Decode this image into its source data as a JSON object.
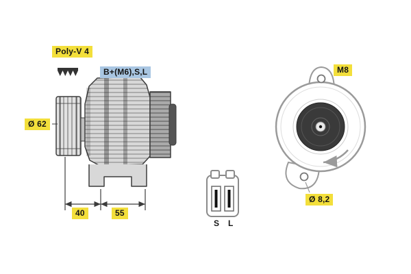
{
  "colors": {
    "highlight_yellow": "#f3df3b",
    "highlight_blue": "#a9c6e2",
    "line_dark": "#3c3c3c",
    "line_gray": "#9a9a9a"
  },
  "side_view": {
    "belt_type_label": "Poly-V 4",
    "terminal_label": "B+(M6),S,L",
    "pulley_diameter_label": "Ø 62",
    "dimensions": {
      "pulley_offset": "40",
      "mounting_offset": "55"
    }
  },
  "connector": {
    "terminal_s": "S",
    "terminal_l": "L"
  },
  "rear_view": {
    "bolt_label": "M8",
    "hole_diameter_label": "Ø 8,2"
  }
}
